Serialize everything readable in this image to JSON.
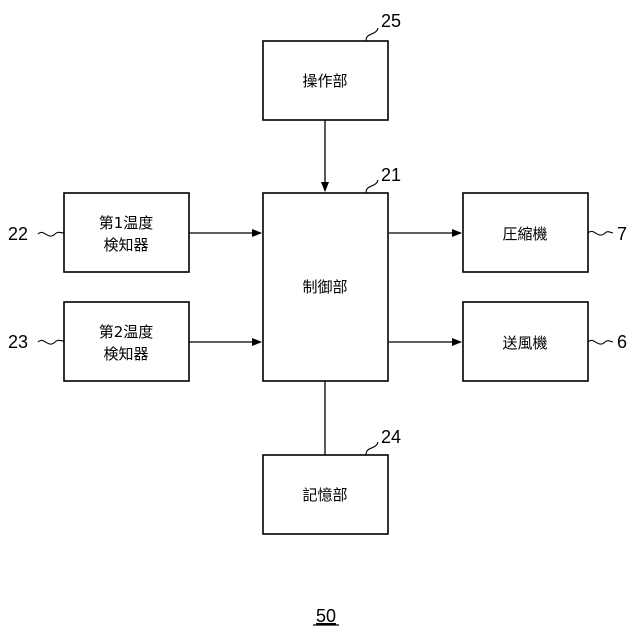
{
  "blocks": {
    "operation_unit": {
      "label": "操作部",
      "ref": "25"
    },
    "control_unit": {
      "label": "制御部",
      "ref": "21"
    },
    "first_temp_detector": {
      "label_line1": "第1温度",
      "label_line2": "検知器",
      "ref": "22"
    },
    "second_temp_detector": {
      "label_line1": "第2温度",
      "label_line2": "検知器",
      "ref": "23"
    },
    "compressor": {
      "label": "圧縮機",
      "ref": "7"
    },
    "blower": {
      "label": "送風機",
      "ref": "6"
    },
    "storage_unit": {
      "label": "記憶部",
      "ref": "24"
    }
  },
  "figure": {
    "ref": "50"
  }
}
